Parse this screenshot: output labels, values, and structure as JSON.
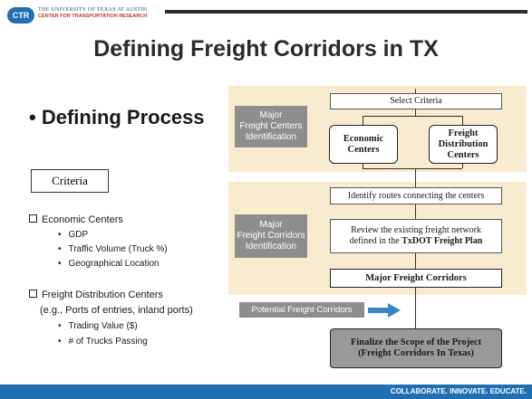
{
  "header": {
    "logo_text": "CTR",
    "university": "THE UNIVERSITY OF TEXAS AT AUSTIN",
    "center": "CENTER FOR TRANSPORTATION RESEARCH"
  },
  "title": "Defining Freight Corridors in TX",
  "bullet": "Defining Process",
  "criteria_label": "Criteria",
  "criteria": [
    {
      "label": "Economic Centers",
      "subs": [
        "GDP",
        "Traffic Volume (Truck %)",
        "Geographical Location"
      ]
    },
    {
      "label": "Freight Distribution Centers",
      "label2": "(e.g., Ports of entries, inland ports)",
      "subs": [
        "Trading Value ($)",
        "# of Trucks Passing"
      ]
    }
  ],
  "flow": {
    "stage1_label": [
      "Major",
      "Freight Centers",
      "Identification"
    ],
    "select_criteria": "Select Criteria",
    "economic_centers": [
      "Economic",
      "Centers"
    ],
    "freight_distribution_centers": [
      "Freight",
      "Distribution",
      "Centers"
    ],
    "stage2_label": [
      "Major",
      "Freight Corridors",
      "Identification"
    ],
    "identify_routes": "Identify routes connecting the centers",
    "review_line1": "Review the existing freight network",
    "review_line2_prefix": "defined in the ",
    "review_line2_bold": "TxDOT Freight Plan",
    "major_freight_corridors": "Major Freight Corridors",
    "potential_freight_corridors": "Potential Freight Corridors",
    "finalize_line1": "Finalize the Scope of the Project",
    "finalize_line2": "(Freight Corridors In Texas)"
  },
  "footer": "COLLABORATE. INNOVATE. EDUCATE.",
  "colors": {
    "brand_blue": "#1f6fb2",
    "band": "#f8ebcf",
    "stage_gray": "#8e8e8e",
    "arrow_blue": "#3a86c8"
  }
}
